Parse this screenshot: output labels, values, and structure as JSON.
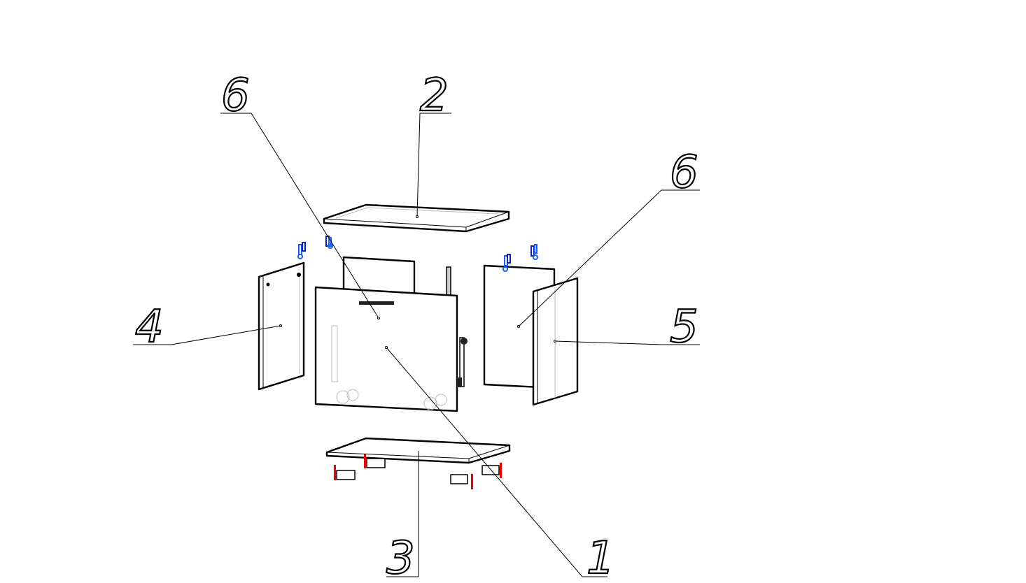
{
  "diagram": {
    "type": "exploded-assembly",
    "callouts": [
      {
        "id": "top-left-6",
        "label": "6"
      },
      {
        "id": "top-2",
        "label": "2"
      },
      {
        "id": "right-6",
        "label": "6"
      },
      {
        "id": "left-4",
        "label": "4"
      },
      {
        "id": "right-5",
        "label": "5"
      },
      {
        "id": "bottom-3",
        "label": "3"
      },
      {
        "id": "bottom-1",
        "label": "1"
      }
    ],
    "colors": {
      "lines": "#000000",
      "clips": "#1a5cff",
      "feet": "#e00000",
      "hidden": "#bbbbbb"
    }
  }
}
